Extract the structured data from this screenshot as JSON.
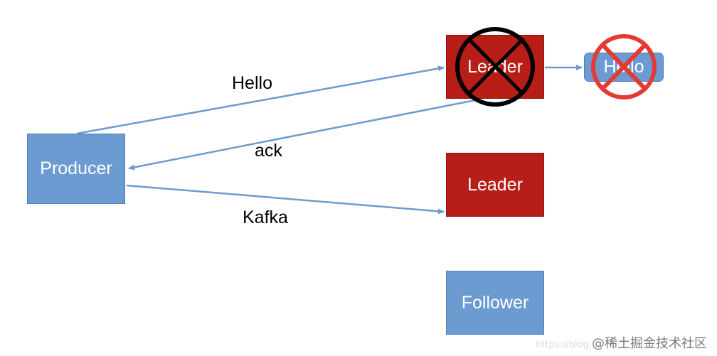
{
  "nodes": {
    "producer": "Producer",
    "leader_top": "Leader",
    "leader_mid": "Leader",
    "follower": "Follower",
    "hello_box": "Hello"
  },
  "edges": {
    "hello": "Hello",
    "ack": "ack",
    "kafka": "Kafka"
  },
  "watermark": {
    "faint_text": "https://blog.",
    "main_text": "@稀土掘金技术社区"
  },
  "colors": {
    "node_blue": "#6b9bd1",
    "node_red": "#b81e18",
    "arrow": "#6b9bd1",
    "cross_black": "#000000",
    "cross_red": "#e53935"
  },
  "icons": [
    "black-x-circle-icon",
    "red-x-circle-icon"
  ]
}
